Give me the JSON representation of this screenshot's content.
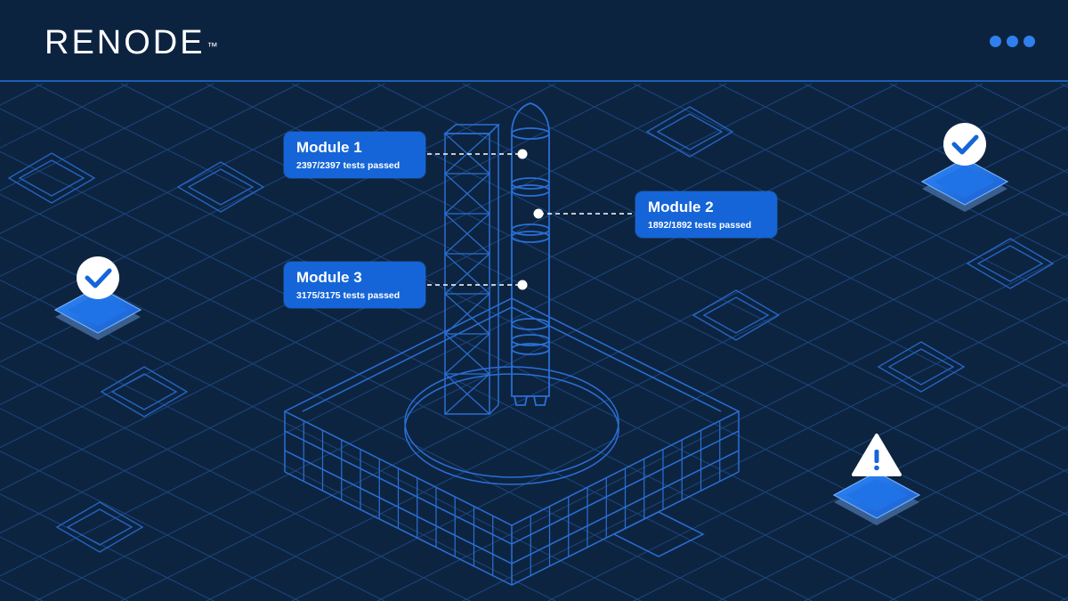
{
  "header": {
    "logo_text": "RENODE",
    "logo_tm": "™",
    "menu_icon": "more-horizontal-icon"
  },
  "modules": [
    {
      "title": "Module 1",
      "status": "2397/2397 tests passed"
    },
    {
      "title": "Module 2",
      "status": "1892/1892 tests passed"
    },
    {
      "title": "Module 3",
      "status": "3175/3175 tests passed"
    }
  ],
  "status_icons": [
    "check-icon",
    "check-icon",
    "warning-icon"
  ],
  "colors": {
    "background": "#0d2440",
    "grid": "#1d4a86",
    "line": "#2a6fd6",
    "accent": "#1565d8",
    "accent_light": "#2f80ed",
    "text": "#ffffff"
  }
}
